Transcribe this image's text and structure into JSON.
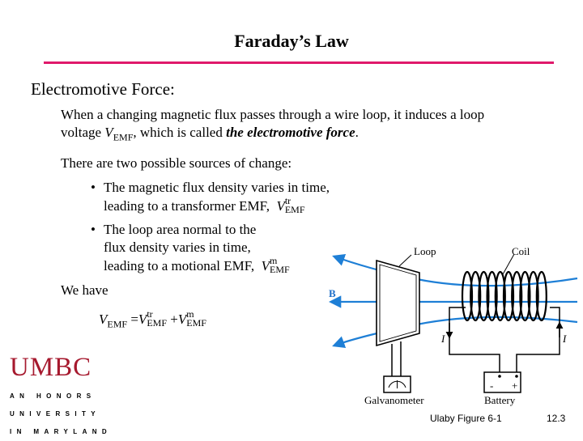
{
  "slide": {
    "title": "Faraday’s Law",
    "heading": "Electromotive Force:",
    "paragraph1": {
      "line1": "When a changing magnetic flux passes through a wire loop, it induces a loop",
      "line2_before": "voltage ",
      "var_v": "V",
      "var_sub": "EMF",
      "line2_middle": ", which is called ",
      "emphasis": "the electromotive force",
      "line2_end": "."
    },
    "paragraph2": "There are two possible sources of change:",
    "bullets": [
      {
        "dot": "•",
        "line1": "The magnetic flux density varies in time,",
        "line2": "leading to a transformer EMF,",
        "var": "V",
        "sup": "tr",
        "sub": "EMF"
      },
      {
        "dot": "•",
        "line1": "The loop area normal to the",
        "line2": "flux density varies in time,",
        "line3": "leading to a motional EMF,",
        "var": "V",
        "sup": "m",
        "sub": "EMF"
      }
    ],
    "we_have": "We have",
    "equation": {
      "v": "V",
      "sub": "EMF",
      "equals": "=",
      "sup_tr": "tr",
      "plus": "+",
      "sup_m": "m"
    }
  },
  "figure": {
    "labels": {
      "loop": "Loop",
      "coil": "Coil",
      "b": "B",
      "current_left": "I",
      "current_right": "I",
      "galvanometer": "Galvanometer",
      "battery": "Battery",
      "battery_minus": "-",
      "battery_plus": "+"
    },
    "colors": {
      "field_lines": "#1e7fd6",
      "b_label": "#1e6fc9"
    }
  },
  "branding": {
    "wordmark": "UMBC",
    "line1": "AN HONORS",
    "line2": "UNIVERSITY",
    "line3": "IN MARYLAND",
    "color": "#a6192e"
  },
  "footer": {
    "caption": "Ulaby Figure 6-1",
    "page": "12.3"
  }
}
